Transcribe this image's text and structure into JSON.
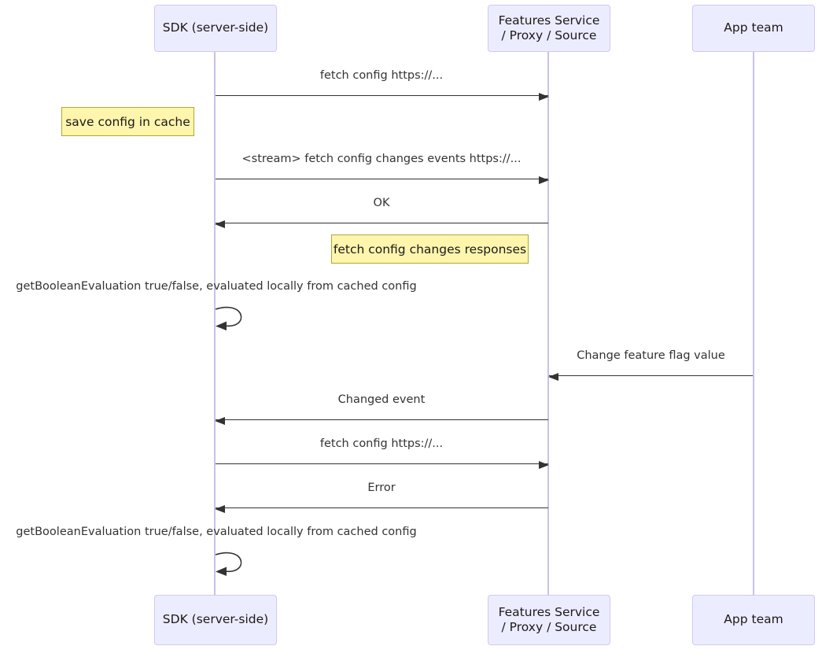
{
  "diagram_type": "sequence-diagram",
  "colors": {
    "background": "#ffffff",
    "actor_fill": "#ECECFF",
    "actor_border": "#d2c9ee",
    "lifeline": "#c9c2e6",
    "note_fill": "#FFF5AD",
    "note_border": "#AAAA33",
    "arrow": "#333333",
    "text": "#333333"
  },
  "actors": [
    {
      "id": "sdk",
      "line1": "SDK (server-side)"
    },
    {
      "id": "features",
      "line1": "Features Service",
      "line2": "/ Proxy / Source"
    },
    {
      "id": "app-team",
      "line1": "App team"
    }
  ],
  "notes": [
    {
      "text": "save config in cache",
      "position": "left of SDK (server-side)"
    },
    {
      "text": "fetch config changes responses",
      "position": "left of Features Service / Proxy / Source"
    }
  ],
  "messages": [
    {
      "label": "fetch config https://...",
      "from": "SDK (server-side)",
      "to": "Features Service / Proxy / Source",
      "direction": "right",
      "type": "solid-arrow"
    },
    {
      "label": "<stream> fetch config changes events https://...",
      "from": "SDK (server-side)",
      "to": "Features Service / Proxy / Source",
      "direction": "right",
      "type": "solid-arrow"
    },
    {
      "label": "OK",
      "from": "Features Service / Proxy / Source",
      "to": "SDK (server-side)",
      "direction": "left",
      "type": "solid-arrow"
    },
    {
      "label": "getBooleanEvaluation true/false, evaluated locally from cached config",
      "from": "SDK (server-side)",
      "to": "SDK (server-side)",
      "direction": "self",
      "type": "self-loop"
    },
    {
      "label": "Change feature flag value",
      "from": "App team",
      "to": "Features Service / Proxy / Source",
      "direction": "left",
      "type": "solid-arrow"
    },
    {
      "label": "Changed event",
      "from": "Features Service / Proxy / Source",
      "to": "SDK (server-side)",
      "direction": "left",
      "type": "solid-arrow"
    },
    {
      "label": "fetch config https://...",
      "from": "SDK (server-side)",
      "to": "Features Service / Proxy / Source",
      "direction": "right",
      "type": "solid-arrow"
    },
    {
      "label": "Error",
      "from": "Features Service / Proxy / Source",
      "to": "SDK (server-side)",
      "direction": "left",
      "type": "solid-arrow"
    },
    {
      "label": "getBooleanEvaluation true/false, evaluated locally from cached config",
      "from": "SDK (server-side)",
      "to": "SDK (server-side)",
      "direction": "self",
      "type": "self-loop"
    }
  ]
}
